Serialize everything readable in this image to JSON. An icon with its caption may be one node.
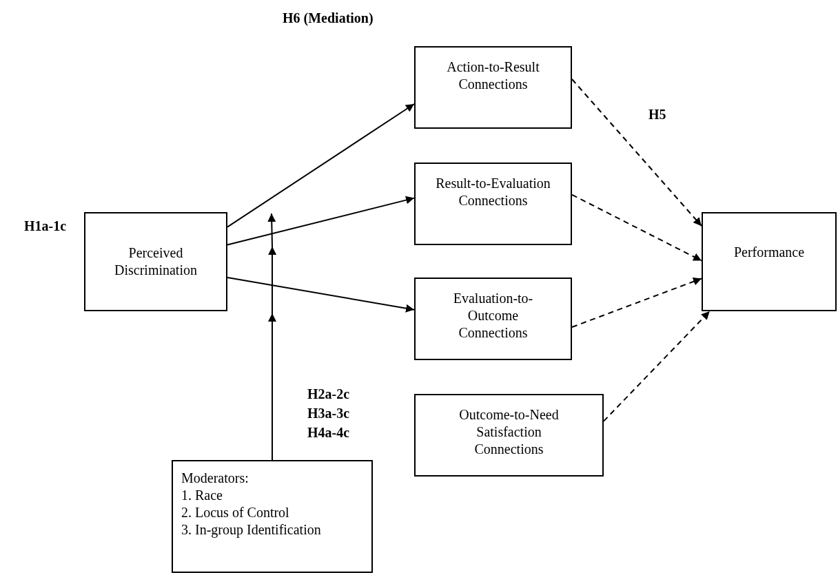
{
  "diagram": {
    "nodes": [
      {
        "text": [
          "Perceived Discrimination"
        ]
      },
      {
        "text": [
          "Action-to-Result Connections"
        ]
      },
      {
        "text": [
          "Result-to-Evaluation Connections"
        ]
      },
      {
        "text": [
          "Evaluation-to-Outcome Connections"
        ]
      },
      {
        "text": [
          "Outcome-to-Need Satisfaction Connections"
        ]
      },
      {
        "text": [
          "Performance"
        ]
      },
      {
        "text": [
          "Moderators:",
          "1. Race",
          "2. Locus of Control",
          "3. In-group Identification"
        ]
      }
    ],
    "edges": [
      {
        "from": 0,
        "to": 1,
        "arrow": "to"
      },
      {
        "from": 0,
        "to": 2,
        "arrow": "to"
      },
      {
        "from": 0,
        "to": 3,
        "arrow": "to"
      },
      {
        "from": 1,
        "to": 5,
        "arrow": "to",
        "style": "dashed"
      },
      {
        "from": 2,
        "to": 5,
        "arrow": "to",
        "style": "dashed"
      },
      {
        "from": 3,
        "to": 5,
        "arrow": "to",
        "style": "dashed"
      },
      {
        "from": 4,
        "to": 5,
        "arrow": "to",
        "style": "dashed"
      },
      {
        "from": 6,
        "to": null,
        "arrow": "to"
      }
    ],
    "labels": [
      "H6 (Mediation)",
      "H5",
      "H1a-1c",
      "H2a-2c",
      "H3a-3c",
      "H4a-4c"
    ]
  }
}
